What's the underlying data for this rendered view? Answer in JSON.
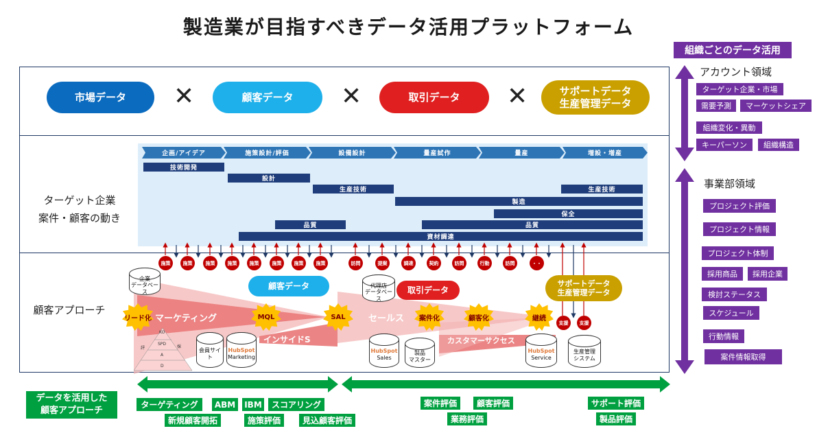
{
  "title": "製造業が目指すべきデータ活用プラットフォーム",
  "data_types": [
    "市場データ",
    "顧客データ",
    "取引データ",
    "サポートデータ\n生産管理データ"
  ],
  "times": "✕",
  "row_labels": {
    "target": "ターゲット企業\n案件・顧客の動き",
    "approach": "顧客アプローチ"
  },
  "phases": [
    "企画/アイデア",
    "施策設計/評価",
    "設備設計",
    "量産試作",
    "量産",
    "増設・増産"
  ],
  "gantt_bars": [
    "技術開発",
    "設計",
    "生産技術",
    "生産技術",
    "製造",
    "保全",
    "品質",
    "品質",
    "資材調達"
  ],
  "touchpoints": [
    "施策",
    "施策",
    "施策",
    "施策",
    "施策",
    "施策",
    "施策",
    "施策",
    "訪問",
    "提案",
    "調達",
    "契約",
    "訪問",
    "行動",
    "訪問",
    "・・",
    "支援",
    "支援"
  ],
  "approach": {
    "db_company": "企業\nデータベース",
    "db_agency": "代理店\nデータベース",
    "customer_data": "顧客データ",
    "deal_data": "取引データ",
    "support_data": "サポートデータ\n生産管理データ",
    "lead": "リード化",
    "marketing": "マーケティング",
    "mql": "MQL",
    "inside_sales": "インサイドS",
    "sal": "SAL",
    "sales": "セールス",
    "deal": "案件化",
    "customer": "顧客化",
    "continue": "継続",
    "customer_success": "カスタマーサクセス",
    "member_site": "会員サイト",
    "hubspot": "HubSpot",
    "hub_marketing": "Marketing",
    "hub_sales": "Sales",
    "hub_service": "Service",
    "product_master": "製品\nマスター",
    "production_system": "生産管理\nシステム",
    "pyramid": [
      "KO",
      "SPD",
      "A",
      "D",
      "採",
      "評"
    ]
  },
  "bottom": {
    "label": "データを活用した\n顧客アプローチ",
    "left_tags": [
      "ターゲティング",
      "ABM",
      "IBM",
      "スコアリング",
      "新規顧客開拓",
      "施策評価",
      "見込顧客評価"
    ],
    "mid_tags": [
      "案件評価",
      "顧客評価",
      "業務評価"
    ],
    "right_tags": [
      "サポート評価",
      "製品評価"
    ]
  },
  "sidebar": {
    "header": "組織ごとのデータ活用",
    "account_title": "アカウント領域",
    "account_tags": [
      "ターゲット企業・市場",
      "需要予測",
      "マーケットシェア",
      "組織変化・異動",
      "キーパーソン",
      "組織構造"
    ],
    "division_title": "事業部領域",
    "division_tags": [
      "プロジェクト評価",
      "プロジェクト情報",
      "プロジェクト体制",
      "採用商品",
      "採用企業",
      "検討ステータス",
      "スケジュール",
      "行動情報",
      "案件情報取得"
    ]
  },
  "colors": {
    "market": "#0b6bbf",
    "customer": "#1eb0ea",
    "deal": "#e02020",
    "support": "#c9a000",
    "navy": "#1f3d7a",
    "green": "#00a040",
    "purple": "#7030a0",
    "red": "#c00000",
    "gold": "#ffc000"
  }
}
